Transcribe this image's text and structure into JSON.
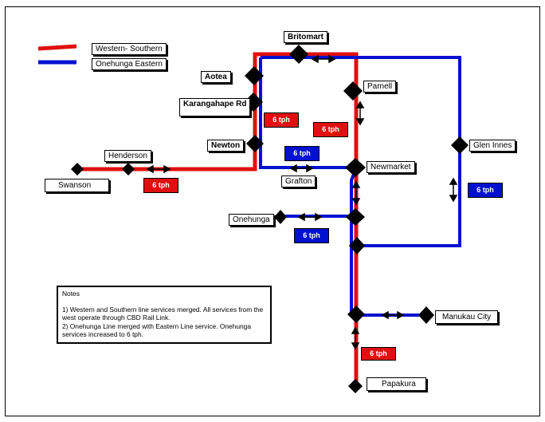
{
  "legend": [
    {
      "label": "Western-  Southern",
      "color": "#e01010"
    },
    {
      "label": "Onehunga Eastern",
      "color": "#0010d0"
    }
  ],
  "stations": {
    "britomart": "Britomart",
    "aotea": "Aotea",
    "karangahape": "Karangahape Rd",
    "newton": "Newton",
    "parnell": "Parnell",
    "newmarket": "Newmarket",
    "grafton": "Grafton",
    "glen_innes": "Glen Innes",
    "henderson": "Henderson",
    "swanson": "Swanson",
    "onehunga": "Onehunga",
    "manukau": "Manukau City",
    "papakura": "Papakura"
  },
  "frequencies": {
    "city_red": "6 tph",
    "parnell_red": "6 tph",
    "city_blue": "6 tph",
    "western_red": "6 tph",
    "eastern_blue": "6 tph",
    "onehunga_blue": "6 tph",
    "southern_red": "6 tph"
  },
  "notes": {
    "title": "Notes",
    "line1": "1) Western and Southern line services merged. All services from the west operate through CBD Rail Link.",
    "line2": "2) Onehunga Line merged with Eastern Line service. Onehunga services increased to 6 tph."
  },
  "colors": {
    "red_line": "#e01010",
    "blue_line": "#0010d0",
    "station": "#000000"
  }
}
